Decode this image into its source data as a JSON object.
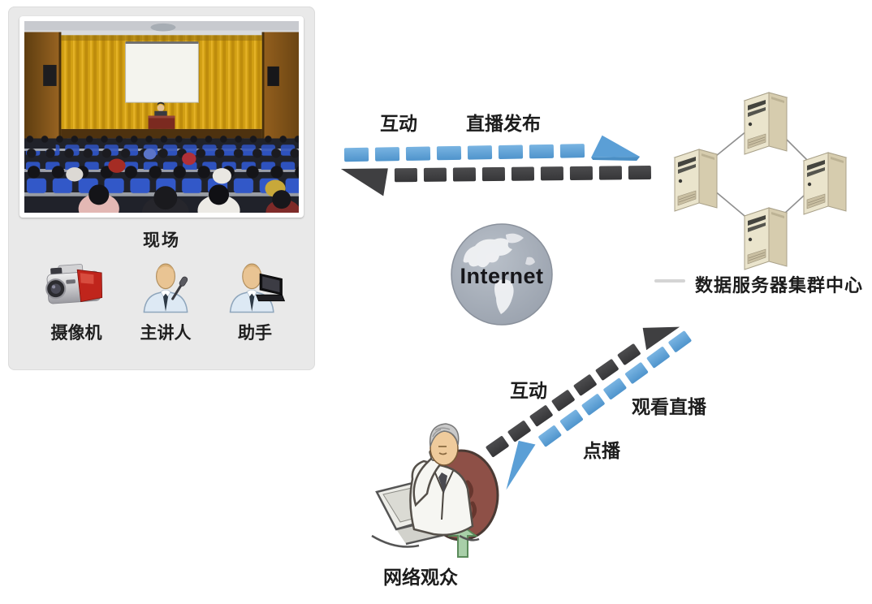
{
  "scene_panel": {
    "photo_caption": "现场",
    "icons": [
      {
        "name": "camera",
        "label": "摄像机"
      },
      {
        "name": "presenter",
        "label": "主讲人"
      },
      {
        "name": "assistant",
        "label": "助手"
      }
    ]
  },
  "top_flow": {
    "interaction_label": "互动",
    "publish_label": "直播发布"
  },
  "internet": {
    "label": "Internet"
  },
  "cluster": {
    "label": "数据服务器集群中心",
    "server_count": 4
  },
  "bottom_flow": {
    "interaction_label": "互动",
    "watch_live_label": "观看直播",
    "vod_label": "点播"
  },
  "viewer": {
    "label": "网络观众"
  },
  "colors": {
    "arrow_blue": "#5B9FD6",
    "arrow_dark": "#3F3F41",
    "panel_bg": "#E9E9E9",
    "globe_gray": "#A6ADB9",
    "server_cream": "#EAE4CC",
    "chair_blue": "#2E52BE",
    "curtain_yellow": "#D2A014"
  }
}
